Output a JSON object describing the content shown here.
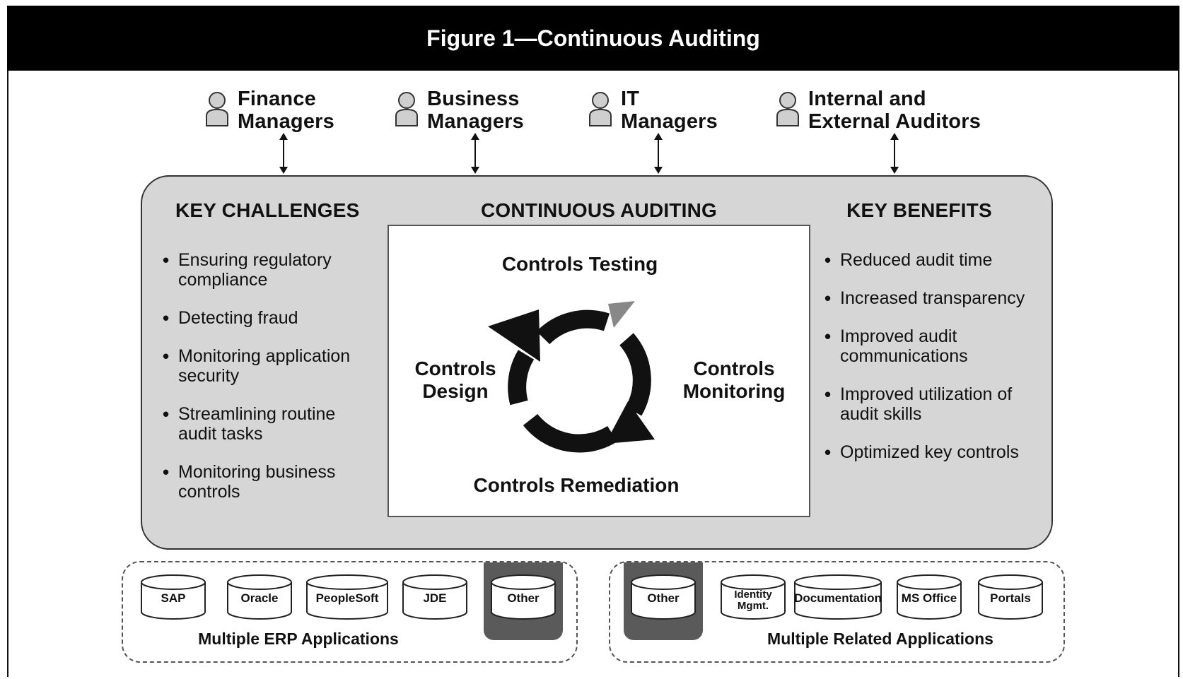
{
  "title": "Figure 1—Continuous Auditing",
  "roles": [
    {
      "line1": "Finance",
      "line2": "Managers"
    },
    {
      "line1": "Business",
      "line2": "Managers"
    },
    {
      "line1": "IT",
      "line2": "Managers"
    },
    {
      "line1": "Internal and",
      "line2": "External Auditors"
    }
  ],
  "challenges": {
    "heading": "KEY CHALLENGES",
    "items": [
      "Ensuring regulatory compliance",
      "Detecting fraud",
      "Monitoring application security",
      "Streamlining routine audit tasks",
      "Monitoring business controls"
    ]
  },
  "center": {
    "heading": "CONTINUOUS AUDITING",
    "testing": "Controls Testing",
    "design_line1": "Controls",
    "design_line2": "Design",
    "monitoring_line1": "Controls",
    "monitoring_line2": "Monitoring",
    "remediation": "Controls Remediation"
  },
  "benefits": {
    "heading": "KEY BENEFITS",
    "items": [
      "Reduced audit time",
      "Increased transparency",
      "Improved audit communications",
      "Improved utilization of audit skills",
      "Optimized key controls"
    ]
  },
  "erp": {
    "label": "Multiple ERP Applications",
    "apps": [
      "SAP",
      "Oracle",
      "PeopleSoft",
      "JDE",
      "Other"
    ]
  },
  "related": {
    "label": "Multiple Related Applications",
    "apps": [
      {
        "line1": "Other",
        "line2": ""
      },
      {
        "line1": "Identity",
        "line2": "Mgmt."
      },
      {
        "line1": "Documentation",
        "line2": ""
      },
      {
        "line1": "MS Office",
        "line2": ""
      },
      {
        "line1": "Portals",
        "line2": ""
      }
    ]
  }
}
